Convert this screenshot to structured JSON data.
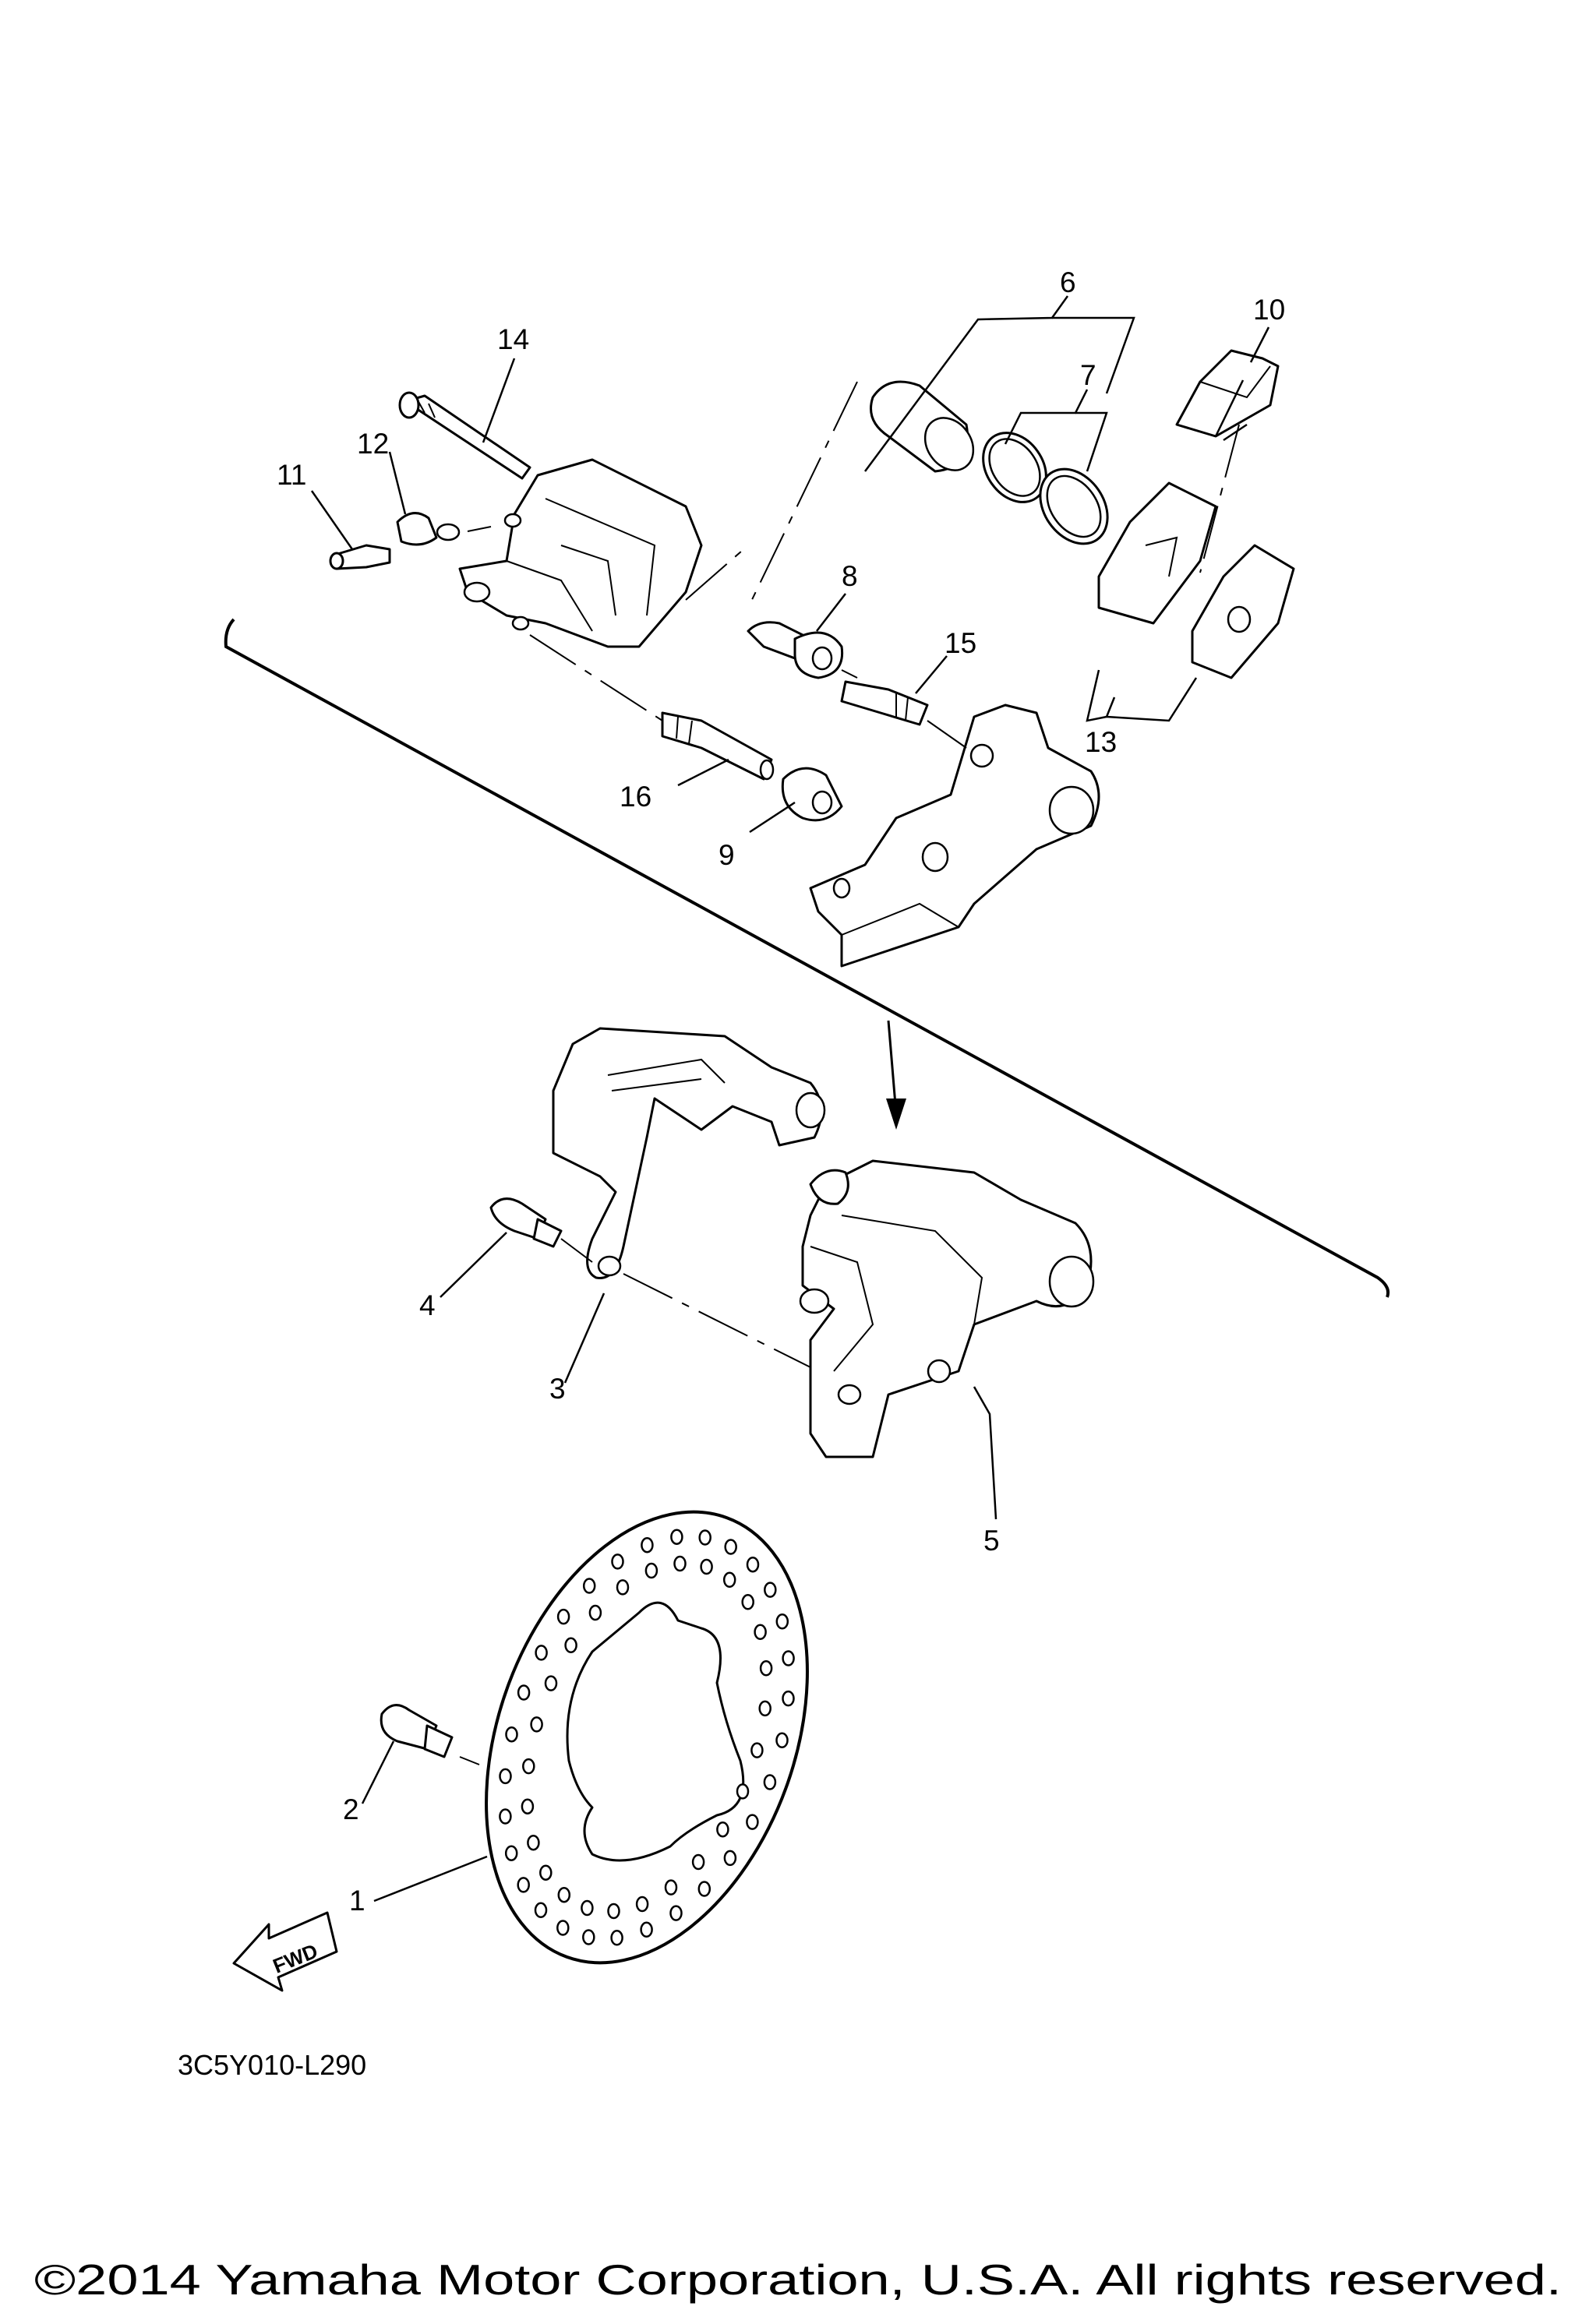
{
  "diagram": {
    "callouts": [
      {
        "id": "1",
        "label": "1"
      },
      {
        "id": "2",
        "label": "2"
      },
      {
        "id": "3",
        "label": "3"
      },
      {
        "id": "4",
        "label": "4"
      },
      {
        "id": "5",
        "label": "5"
      },
      {
        "id": "6",
        "label": "6"
      },
      {
        "id": "7",
        "label": "7"
      },
      {
        "id": "8",
        "label": "8"
      },
      {
        "id": "9",
        "label": "9"
      },
      {
        "id": "10",
        "label": "10"
      },
      {
        "id": "11",
        "label": "11"
      },
      {
        "id": "12",
        "label": "12"
      },
      {
        "id": "13",
        "label": "13"
      },
      {
        "id": "14",
        "label": "14"
      },
      {
        "id": "15",
        "label": "15"
      },
      {
        "id": "16",
        "label": "16"
      }
    ],
    "fwd_label": "FWD",
    "diagram_code": "3C5Y010-L290",
    "copyright": "©2014 Yamaha Motor Corporation, U.S.A. All rights reserved."
  }
}
